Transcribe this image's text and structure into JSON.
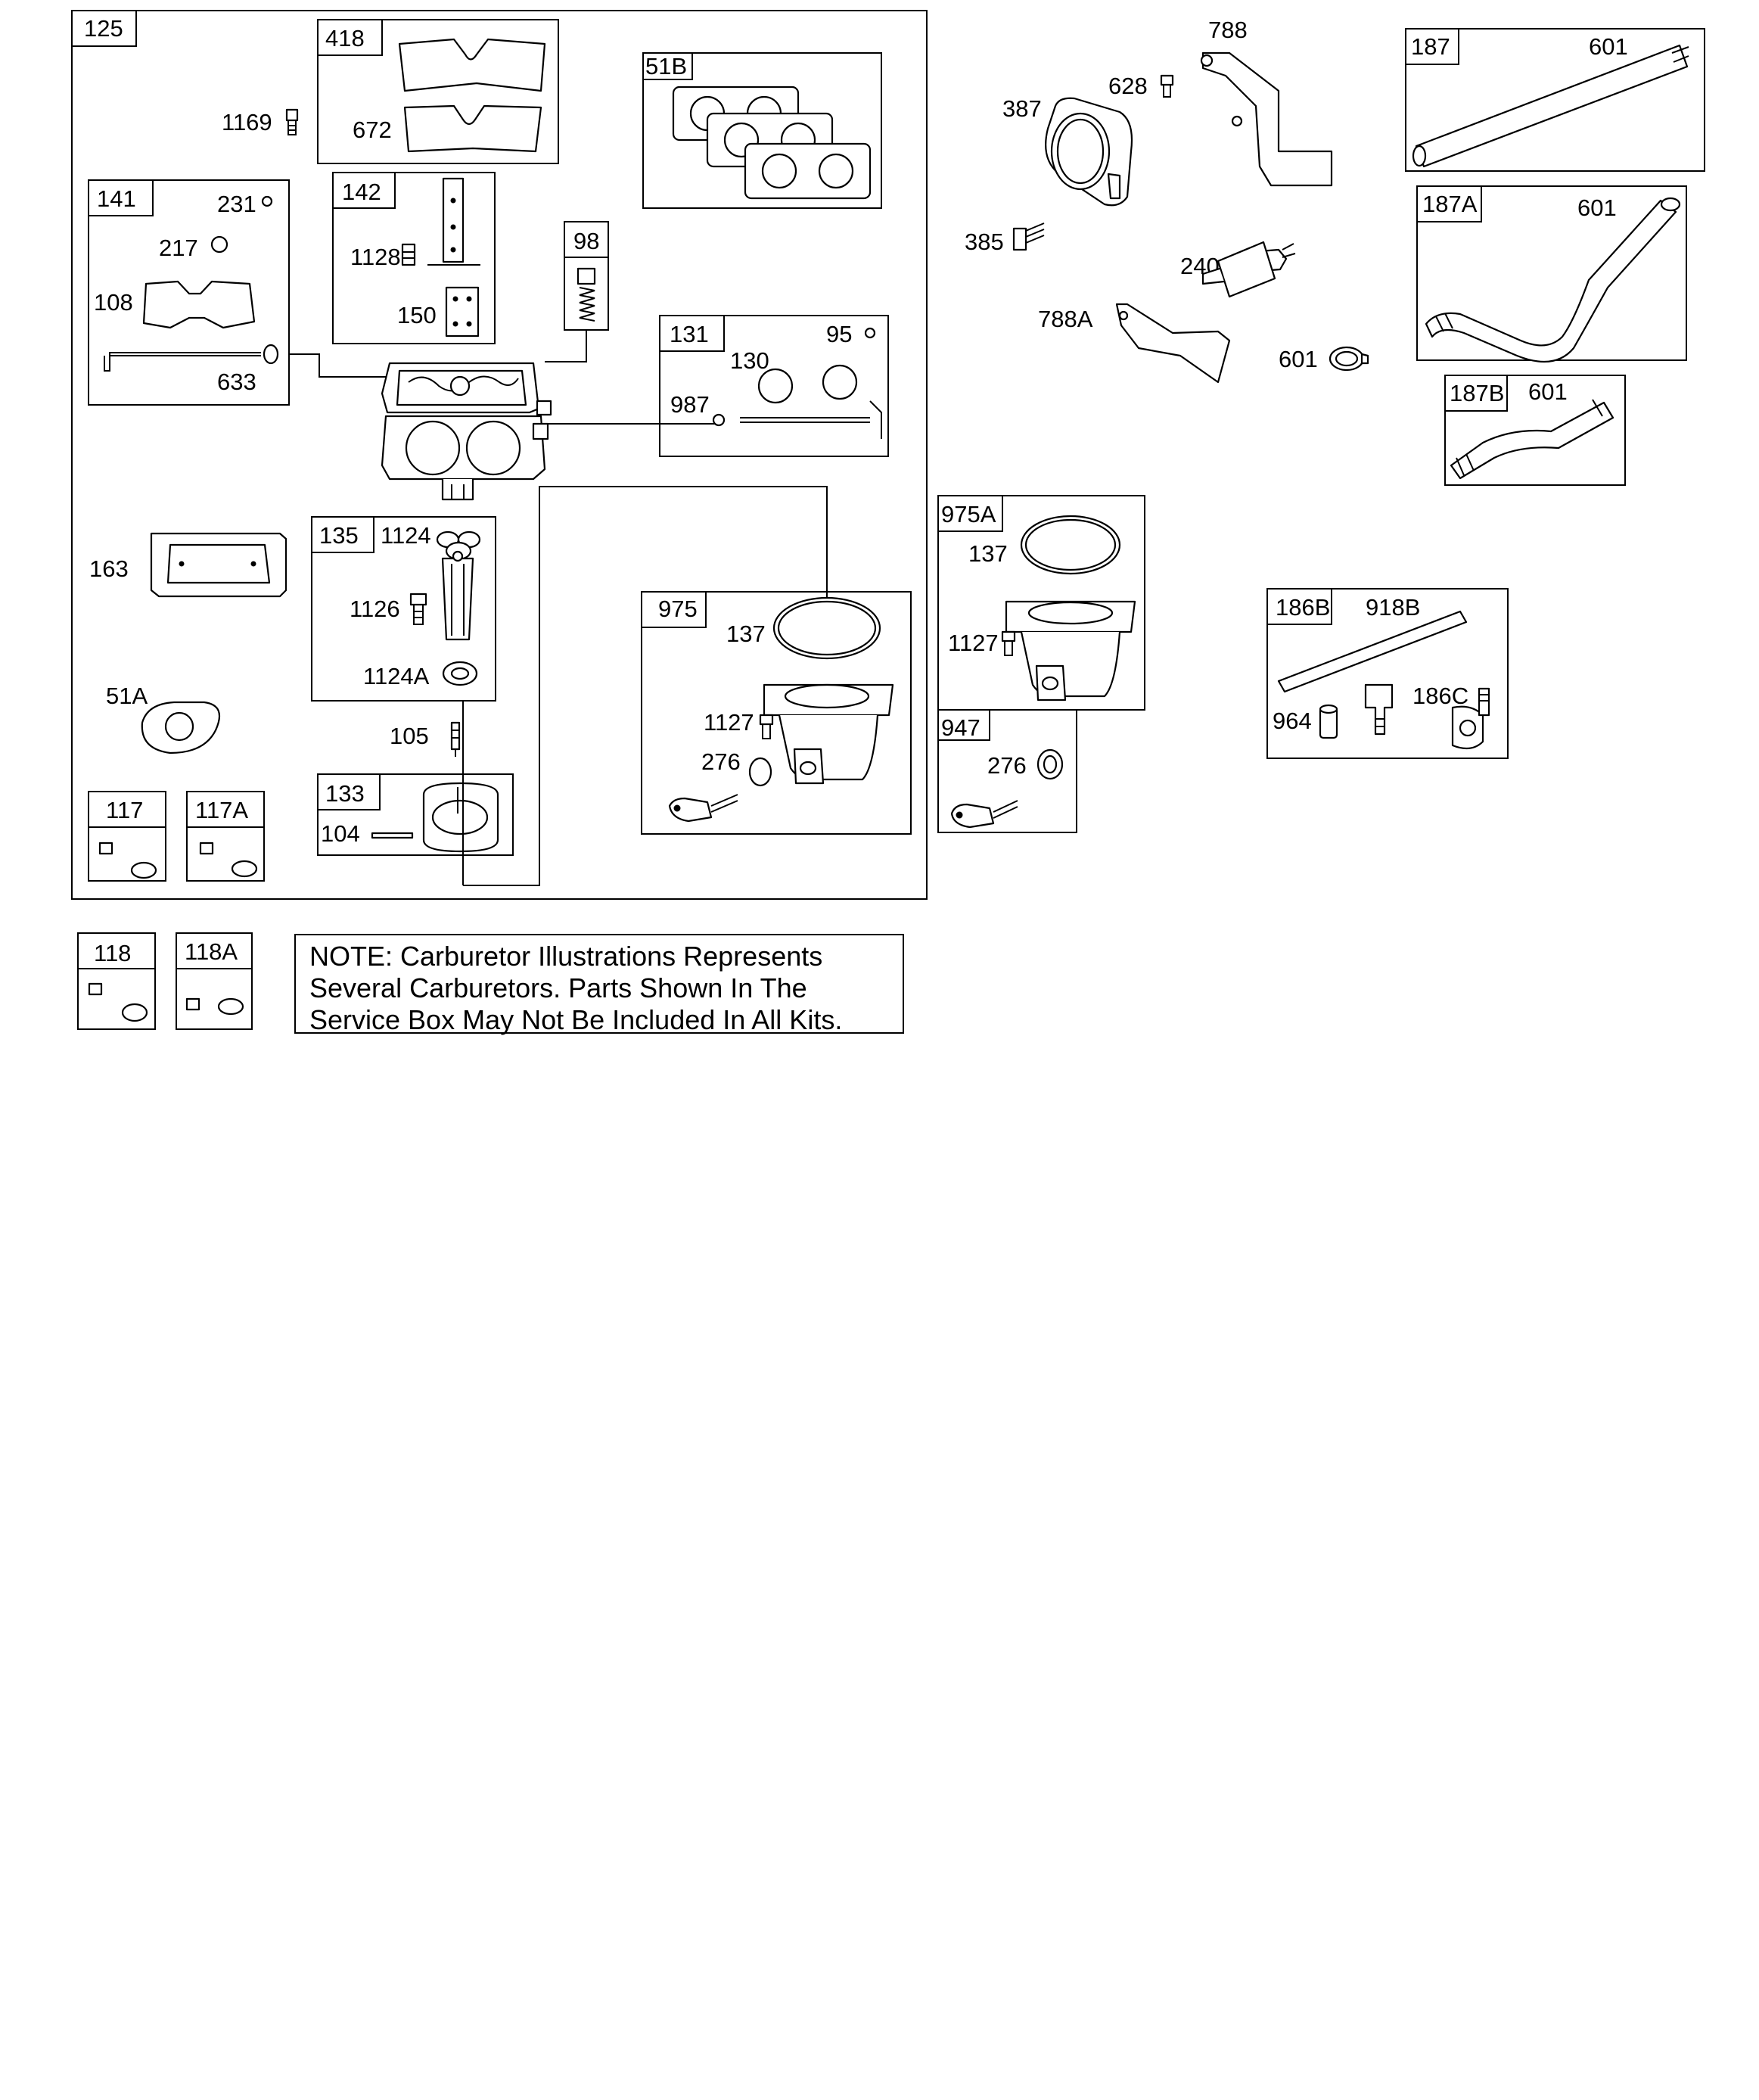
{
  "boxes": {
    "b125": "125",
    "b418": "418",
    "b51B": "51B",
    "b141": "141",
    "b142": "142",
    "b98": "98",
    "b131": "131",
    "b135": "135",
    "b975": "975",
    "b133": "133",
    "b117": "117",
    "b117A": "117A",
    "b118": "118",
    "b118A": "118A",
    "b975A": "975A",
    "b947": "947",
    "b187": "187",
    "b187A": "187A",
    "b187B": "187B",
    "b186B": "186B"
  },
  "callouts": {
    "c1169": "1169",
    "c672": "672",
    "c231": "231",
    "c217": "217",
    "c108": "108",
    "c633": "633",
    "c1128": "1128",
    "c150": "150",
    "c95": "95",
    "c130": "130",
    "c987": "987",
    "c163": "163",
    "c1124": "1124",
    "c1126": "1126",
    "c1124A": "1124A",
    "c51A": "51A",
    "c105": "105",
    "c104": "104",
    "c137a": "137",
    "c1127a": "1127",
    "c276a": "276",
    "c788": "788",
    "c628": "628",
    "c387": "387",
    "c385": "385",
    "c240": "240",
    "c788A": "788A",
    "c601a": "601",
    "c601b": "601",
    "c601c": "601",
    "c601d": "601",
    "c137b": "137",
    "c1127b": "1127",
    "c276b": "276",
    "c918B": "918B",
    "c964": "964",
    "c186C": "186C"
  },
  "note": {
    "line1": "NOTE: Carburetor Illustrations Represents",
    "line2": "Several Carburetors. Parts Shown In The",
    "line3": "Service Box May Not Be Included In All Kits."
  },
  "colors": {
    "ink": "#000000",
    "paper": "#ffffff"
  }
}
